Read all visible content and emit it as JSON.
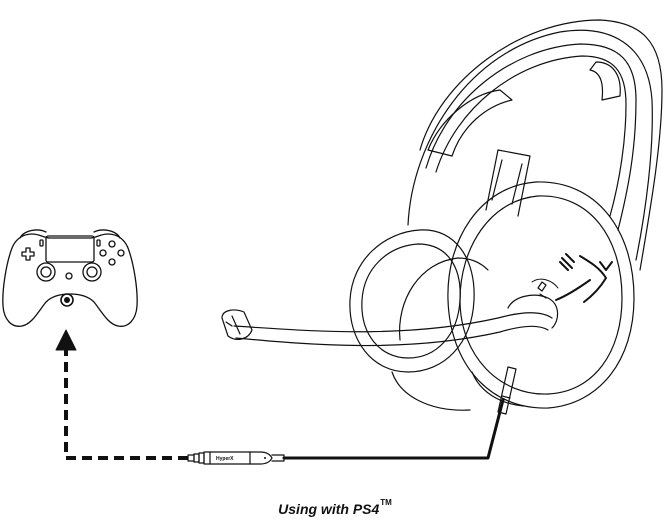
{
  "figure": {
    "caption": "Using with PS4",
    "trademark": "TM",
    "plug_brand": "HyperX",
    "icons": [
      "gamepad-icon",
      "headset-icon",
      "audio-jack-icon",
      "arrow-up-icon",
      "microphone-icon"
    ],
    "colors": {
      "line": "#111111",
      "background": "#ffffff"
    }
  }
}
